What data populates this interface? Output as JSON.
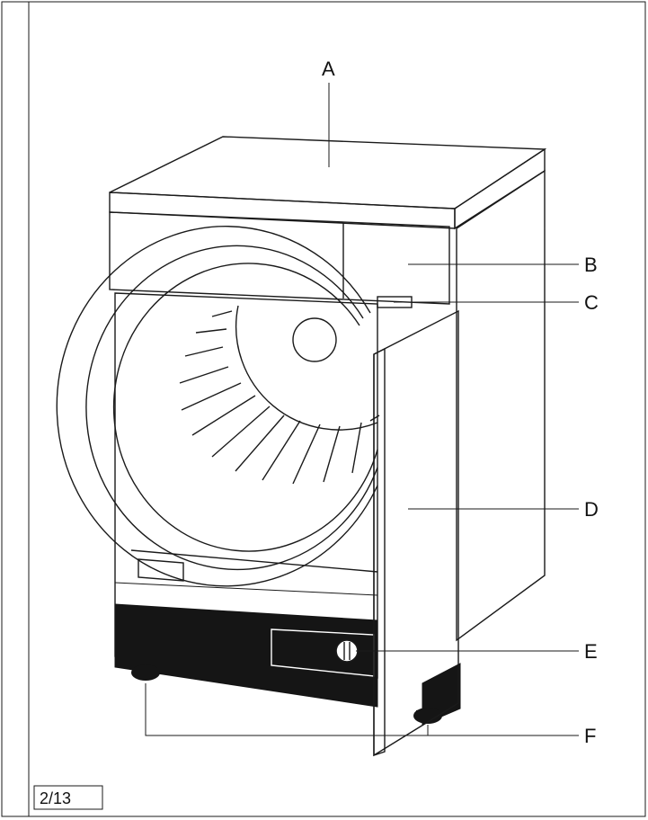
{
  "callouts": [
    {
      "id": "A",
      "label": "A"
    },
    {
      "id": "B",
      "label": "B"
    },
    {
      "id": "C",
      "label": "C"
    },
    {
      "id": "D",
      "label": "D"
    },
    {
      "id": "E",
      "label": "E"
    },
    {
      "id": "F",
      "label": "F"
    }
  ],
  "figure_number": "2/13",
  "colors": {
    "line": "#1a1a1a",
    "base": "#151515",
    "paper": "#ffffff"
  }
}
